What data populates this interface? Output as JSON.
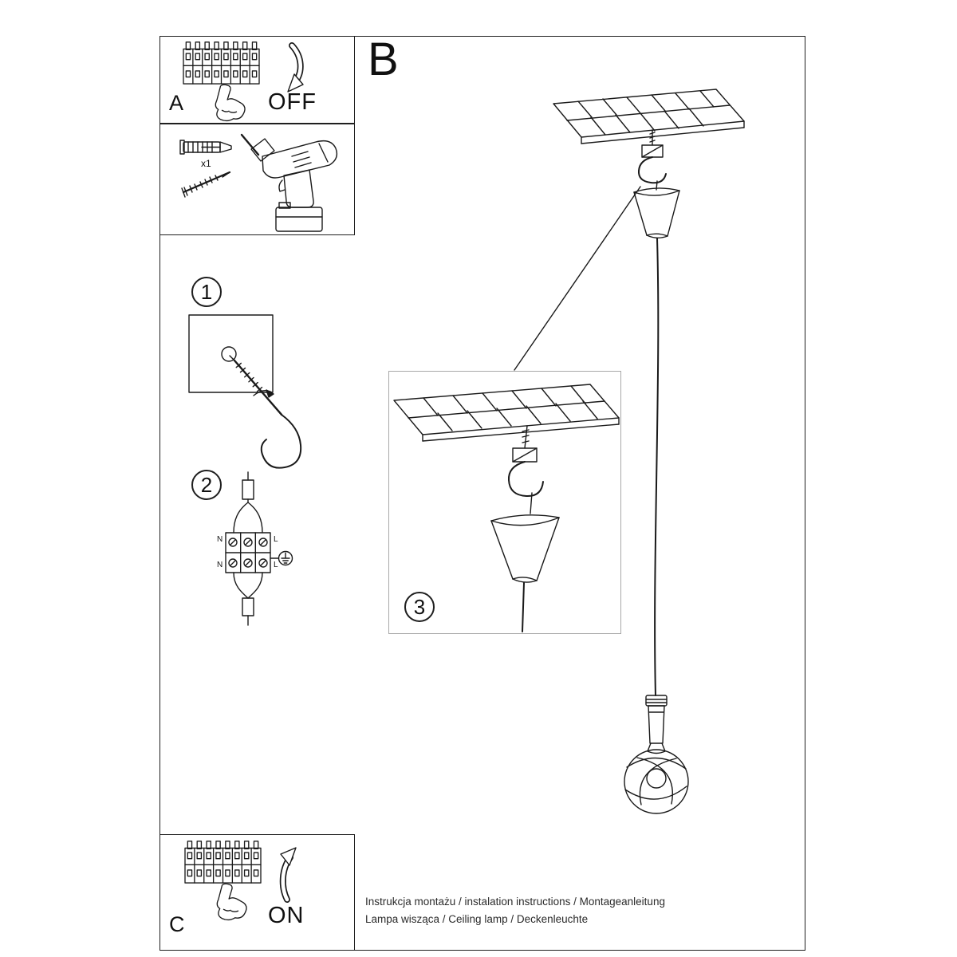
{
  "document": {
    "sections": {
      "a": {
        "label": "A",
        "switch_state": "OFF"
      },
      "b": {
        "label": "B"
      },
      "c": {
        "label": "C",
        "switch_state": "ON"
      },
      "tools": {
        "dowel_quantity": "x1"
      }
    },
    "steps": [
      {
        "number": "1"
      },
      {
        "number": "2"
      },
      {
        "number": "3"
      }
    ],
    "wiring": {
      "top_left": "N",
      "top_right": "L",
      "bottom_left": "N",
      "bottom_right": "L"
    },
    "footer": {
      "line1": "Instrukcja montażu / instalation instructions / Montageanleitung",
      "line2": "Lampa wisząca / Ceiling lamp / Deckenleuchte"
    },
    "icons": [
      "circuit-breaker-panel-icon",
      "pointing-hand-icon",
      "curved-arrow-down-icon",
      "curved-arrow-up-icon",
      "wall-anchor-icon",
      "screw-icon",
      "power-drill-icon",
      "ceiling-hook-icon",
      "terminal-block-icon",
      "earth-ground-icon",
      "ceiling-panel-icon",
      "canopy-cone-icon",
      "pendant-bulb-icon"
    ]
  }
}
